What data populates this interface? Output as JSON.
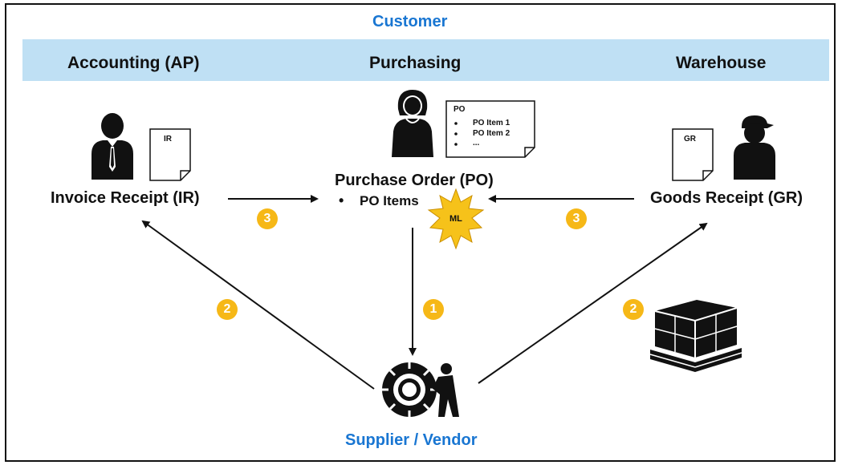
{
  "title": "Customer",
  "headers": {
    "accounting": "Accounting (AP)",
    "purchasing": "Purchasing",
    "warehouse": "Warehouse"
  },
  "nodes": {
    "invoice_receipt": "Invoice Receipt (IR)",
    "purchase_order": "Purchase Order (PO)",
    "po_items": "PO Items",
    "goods_receipt": "Goods Receipt (GR)",
    "supplier": "Supplier / Vendor"
  },
  "documents": {
    "ir": "IR",
    "gr": "GR",
    "po_title": "PO",
    "po_item_1": "PO Item 1",
    "po_item_2": "PO Item 2",
    "po_more": "..."
  },
  "ml_label": "ML",
  "badges": {
    "step_3_left": "3",
    "step_3_right": "3",
    "step_2_left": "2",
    "step_2_right": "2",
    "step_1": "1"
  },
  "colors": {
    "band": "#bfe0f4",
    "accent_blue": "#1976d2",
    "badge": "#f6b817",
    "burst": "#f6c21a"
  },
  "icons": [
    "businessman-icon",
    "businesswoman-icon",
    "warehouse-worker-icon",
    "document-icon",
    "pallet-boxes-icon",
    "tire-worker-icon",
    "ml-burst-icon"
  ]
}
